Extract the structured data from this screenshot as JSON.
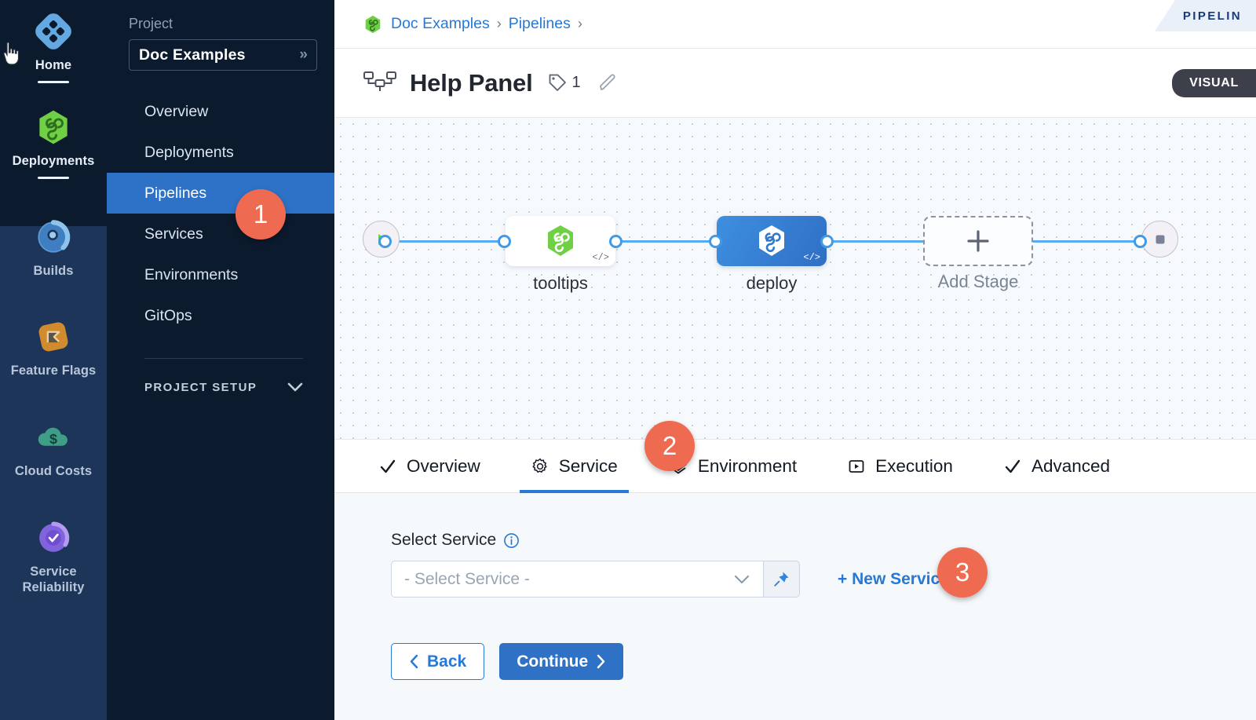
{
  "rail": {
    "items": [
      {
        "label": "Home",
        "icon": "home-diamond-icon",
        "active": true
      },
      {
        "label": "Deployments",
        "icon": "deployments-infinity-icon",
        "active": true
      },
      {
        "label": "Builds",
        "icon": "builds-icon",
        "active": false
      },
      {
        "label": "Feature Flags",
        "icon": "feature-flags-icon",
        "active": false
      },
      {
        "label": "Cloud Costs",
        "icon": "cloud-costs-icon",
        "active": false
      },
      {
        "label": "Service Reliability",
        "icon": "service-reliability-icon",
        "active": false
      }
    ]
  },
  "sidebar": {
    "project_label": "Project",
    "project_name": "Doc Examples",
    "expand_icon": "double-chevron-right-icon",
    "items": [
      {
        "label": "Overview",
        "active": false
      },
      {
        "label": "Deployments",
        "active": false
      },
      {
        "label": "Pipelines",
        "active": true
      },
      {
        "label": "Services",
        "active": false
      },
      {
        "label": "Environments",
        "active": false
      },
      {
        "label": "GitOps",
        "active": false
      }
    ],
    "setup_label": "PROJECT SETUP",
    "setup_chevron": "chevron-down-icon"
  },
  "header": {
    "breadcrumb": [
      {
        "label": "Doc Examples",
        "icon": "project-hex-icon"
      },
      {
        "label": "Pipelines",
        "icon": null
      }
    ],
    "breadcrumb_separator": "›",
    "pipeline_flag": "PIPELIN",
    "title": "Help Panel",
    "title_icon": "pipeline-tree-icon",
    "tag_icon": "tag-icon",
    "tag_count": "1",
    "edit_icon": "pencil-icon",
    "visual_badge": "VISUAL"
  },
  "canvas": {
    "start_node": {
      "name": "start-node",
      "icon": "play-icon"
    },
    "end_node": {
      "name": "end-node",
      "icon": "stop-square-icon"
    },
    "stages": [
      {
        "label": "tooltips",
        "type": "white",
        "icon": "green-hex-infinity-icon",
        "code_badge": "</>"
      },
      {
        "label": "deploy",
        "type": "blue",
        "icon": "white-hex-infinity-icon",
        "code_badge": "</>"
      }
    ],
    "add_stage": {
      "label": "Add Stage",
      "icon": "plus-icon"
    }
  },
  "tabs": [
    {
      "label": "Overview",
      "icon": "check-icon",
      "active": false
    },
    {
      "label": "Service",
      "icon": "gear-icon",
      "active": true
    },
    {
      "label": "Environment",
      "icon": "layers-diamond-icon",
      "active": false
    },
    {
      "label": "Execution",
      "icon": "play-box-icon",
      "active": false
    },
    {
      "label": "Advanced",
      "icon": "check-icon",
      "active": false
    }
  ],
  "form": {
    "field_label": "Select Service",
    "info_icon": "info-icon",
    "select_placeholder": "- Select Service -",
    "select_value": "",
    "chevron_icon": "chevron-down-icon",
    "pin_icon": "pin-icon",
    "new_service_link": "+ New Service",
    "back_button": "Back",
    "back_icon": "chevron-left-icon",
    "continue_button": "Continue",
    "continue_icon": "chevron-right-icon"
  },
  "callouts": [
    {
      "number": "1",
      "target": "sidebar-item-pipelines"
    },
    {
      "number": "2",
      "target": "tab-service"
    },
    {
      "number": "3",
      "target": "new-service-link"
    }
  ],
  "colors": {
    "accent_blue": "#2878d4",
    "callout_orange": "#ee6a50",
    "rail_dark": "#0c1a2d",
    "rail_light": "#1c3559",
    "edge_blue": "#5aaaf0",
    "stage_green": "#5cc44a"
  }
}
